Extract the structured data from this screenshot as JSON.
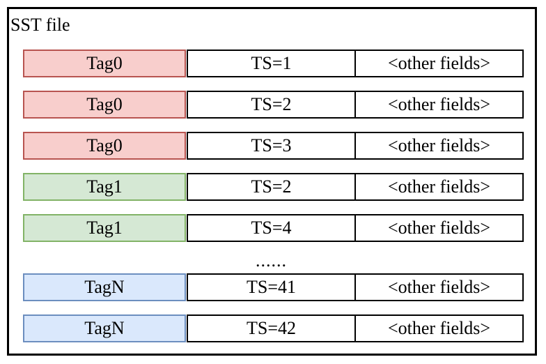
{
  "diagram": {
    "title": "SST file",
    "ellipsis": "......",
    "ellipsis_after_row_index": 4,
    "colors": {
      "red_fill": "#f8cecc",
      "red_stroke": "#b85450",
      "green_fill": "#d5e8d4",
      "green_stroke": "#82b366",
      "blue_fill": "#dae8fc",
      "blue_stroke": "#6c8ebf",
      "record_fill": "#ffffff",
      "record_stroke": "#000000",
      "frame_stroke": "#000000"
    },
    "rows": [
      {
        "tag": "Tag0",
        "ts": "TS=1",
        "other": "<other fields>",
        "color": "red"
      },
      {
        "tag": "Tag0",
        "ts": "TS=2",
        "other": "<other fields>",
        "color": "red"
      },
      {
        "tag": "Tag0",
        "ts": "TS=3",
        "other": "<other fields>",
        "color": "red"
      },
      {
        "tag": "Tag1",
        "ts": "TS=2",
        "other": "<other fields>",
        "color": "green"
      },
      {
        "tag": "Tag1",
        "ts": "TS=4",
        "other": "<other fields>",
        "color": "green"
      },
      {
        "tag": "TagN",
        "ts": "TS=41",
        "other": "<other fields>",
        "color": "blue"
      },
      {
        "tag": "TagN",
        "ts": "TS=42",
        "other": "<other fields>",
        "color": "blue"
      }
    ]
  }
}
